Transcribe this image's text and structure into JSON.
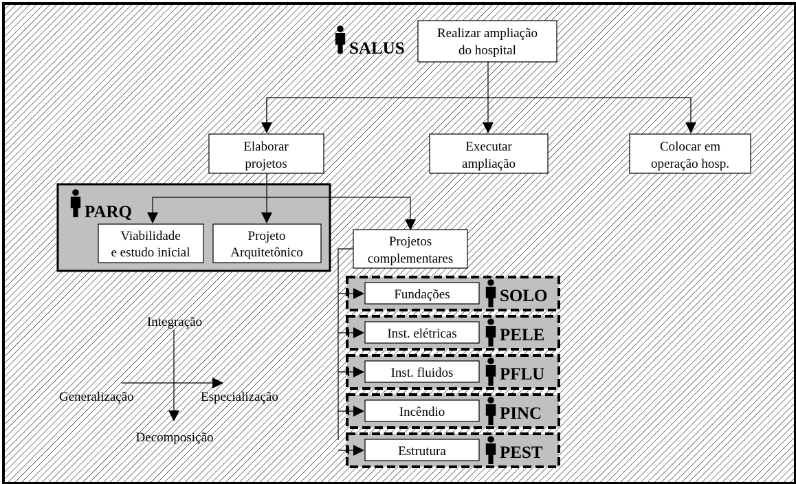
{
  "colors": {
    "hatch": "#000000",
    "box_fill": "#ffffff",
    "group_fill": "#c0c0c0",
    "line": "#000000"
  },
  "root": {
    "actor": "SALUS",
    "line1": "Realizar ampliação",
    "line2": "do hospital"
  },
  "level1": {
    "elaborar": {
      "line1": "Elaborar",
      "line2": "projetos"
    },
    "executar": {
      "line1": "Executar",
      "line2": "ampliação"
    },
    "colocar": {
      "line1": "Colocar em",
      "line2": "operação hosp."
    }
  },
  "parq_group": {
    "actor": "PARQ",
    "viabilidade": {
      "line1": "Viabilidade",
      "line2": "e estudo inicial"
    },
    "projeto_arq": {
      "line1": "Projeto",
      "line2": "Arquitetônico"
    }
  },
  "complementares": {
    "line1": "Projetos",
    "line2": "complementares"
  },
  "sub_projects": [
    {
      "label": "Fundações",
      "actor": "SOLO"
    },
    {
      "label": "Inst. elétricas",
      "actor": "PELE"
    },
    {
      "label": "Inst. fluidos",
      "actor": "PFLU"
    },
    {
      "label": "Incêndio",
      "actor": "PINC"
    },
    {
      "label": "Estrutura",
      "actor": "PEST"
    }
  ],
  "legend": {
    "top": "Integração",
    "bottom": "Decomposição",
    "left": "Generalização",
    "right": "Especialização"
  },
  "icons": {
    "actor": "person-icon"
  }
}
